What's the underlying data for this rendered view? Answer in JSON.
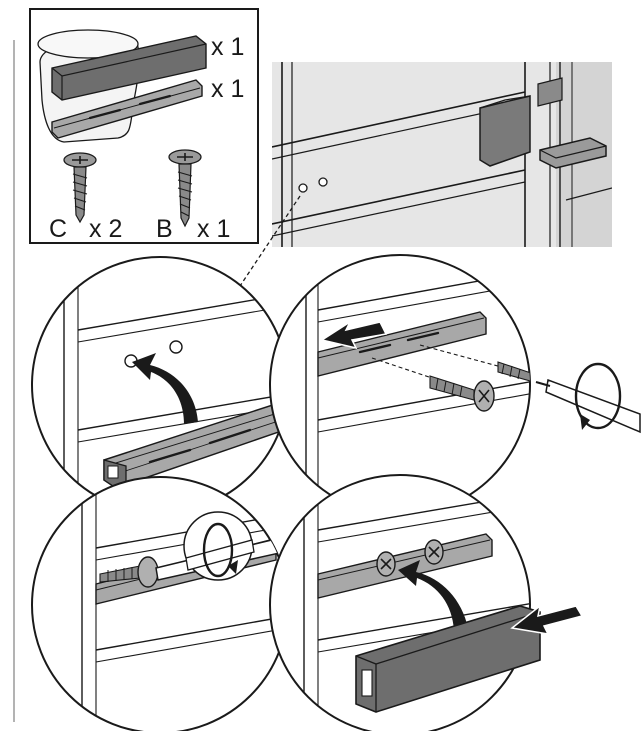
{
  "parts_box": {
    "cover_qty": "x 1",
    "rail_qty": "x 1",
    "screw_c_letter": "C",
    "screw_c_qty": "x 2",
    "screw_b_letter": "B",
    "screw_b_qty": "x 1"
  },
  "colors": {
    "line": "#1a1a1a",
    "cabinet_fill": "#e6e6e6",
    "cabinet_panel": "#d4d4d4",
    "part_dark": "#6e6e6e",
    "part_mid": "#9a9a9a",
    "part_light": "#c4c4c4",
    "circle_fill": "#ffffff"
  },
  "icons": [
    "curved-arrow-icon",
    "push-arrow-icon",
    "rotate-arrow-icon",
    "screwdriver-icon",
    "screw-icon"
  ]
}
